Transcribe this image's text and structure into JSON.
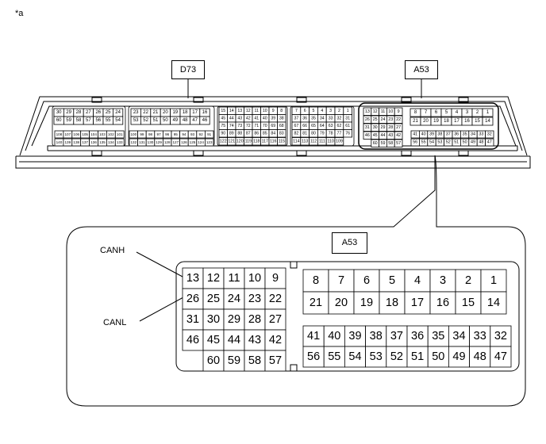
{
  "corner_mark": "*a",
  "label_d73": "D73",
  "label_a53": "A53",
  "zoom_label": "A53",
  "canh": "CANH",
  "canl": "CANL",
  "small": {
    "d73": {
      "b1": [
        [
          "30",
          "29",
          "28",
          "27",
          "26",
          "25",
          "24"
        ],
        [
          "60",
          "59",
          "58",
          "57",
          "56",
          "55",
          "54"
        ],
        [
          "108",
          "107",
          "106",
          "105",
          "104",
          "103",
          "102",
          "101"
        ],
        [
          "140",
          "139",
          "138",
          "137",
          "136",
          "135",
          "134",
          "133"
        ]
      ],
      "b2": [
        [
          "23",
          "22",
          "21",
          "20",
          "19",
          "18",
          "17",
          "16"
        ],
        [
          "53",
          "52",
          "51",
          "50",
          "49",
          "48",
          "47",
          "46"
        ],
        [
          "100",
          "99",
          "98",
          "97",
          "96",
          "95",
          "94",
          "93",
          "92",
          "91"
        ],
        [
          "132",
          "131",
          "130",
          "129",
          "128",
          "127",
          "126",
          "125",
          "124",
          "123"
        ]
      ],
      "b3": [
        [
          "15",
          "14",
          "13",
          "12",
          "11",
          "10",
          "9",
          "8"
        ],
        [
          "45",
          "44",
          "43",
          "42",
          "41",
          "40",
          "39",
          "38"
        ],
        [
          "75",
          "74",
          "73",
          "72",
          "71",
          "70",
          "69",
          "68"
        ],
        [
          "90",
          "89",
          "88",
          "87",
          "86",
          "85",
          "84",
          "83"
        ],
        [
          "122",
          "121",
          "120",
          "119",
          "118",
          "117",
          "116",
          "115"
        ]
      ],
      "b4": [
        [
          "7",
          "6",
          "5",
          "4",
          "3",
          "2",
          "1"
        ],
        [
          "37",
          "36",
          "35",
          "34",
          "33",
          "32",
          "31"
        ],
        [
          "67",
          "66",
          "65",
          "64",
          "63",
          "62",
          "61"
        ],
        [
          "82",
          "81",
          "80",
          "79",
          "78",
          "77",
          "76"
        ],
        [
          "114",
          "113",
          "112",
          "111",
          "110",
          "109"
        ]
      ]
    },
    "a53": {
      "left": [
        [
          "13",
          "12",
          "11",
          "10",
          "9"
        ],
        [
          "26",
          "25",
          "24",
          "23",
          "22"
        ],
        [
          "31",
          "30",
          "29",
          "28",
          "27"
        ],
        [
          "46",
          "45",
          "44",
          "43",
          "42"
        ],
        [
          "60",
          "59",
          "58",
          "57"
        ]
      ],
      "right_top": [
        [
          "8",
          "7",
          "6",
          "5",
          "4",
          "3",
          "2",
          "1"
        ],
        [
          "21",
          "20",
          "19",
          "18",
          "17",
          "16",
          "15",
          "14"
        ]
      ],
      "right_bottom": [
        [
          "41",
          "40",
          "39",
          "38",
          "37",
          "36",
          "35",
          "34",
          "33",
          "32"
        ],
        [
          "56",
          "55",
          "54",
          "53",
          "52",
          "51",
          "50",
          "49",
          "48",
          "47"
        ]
      ]
    }
  },
  "big": {
    "left": [
      [
        "13",
        "12",
        "11",
        "10",
        "9"
      ],
      [
        "26",
        "25",
        "24",
        "23",
        "22"
      ],
      [
        "31",
        "30",
        "29",
        "28",
        "27"
      ],
      [
        "46",
        "45",
        "44",
        "43",
        "42"
      ],
      [
        "60",
        "59",
        "58",
        "57"
      ]
    ],
    "right_top": [
      [
        "8",
        "7",
        "6",
        "5",
        "4",
        "3",
        "2",
        "1"
      ],
      [
        "21",
        "20",
        "19",
        "18",
        "17",
        "16",
        "15",
        "14"
      ]
    ],
    "right_bottom": [
      [
        "41",
        "40",
        "39",
        "38",
        "37",
        "36",
        "35",
        "34",
        "33",
        "32"
      ],
      [
        "56",
        "55",
        "54",
        "53",
        "52",
        "51",
        "50",
        "49",
        "48",
        "47"
      ]
    ]
  }
}
